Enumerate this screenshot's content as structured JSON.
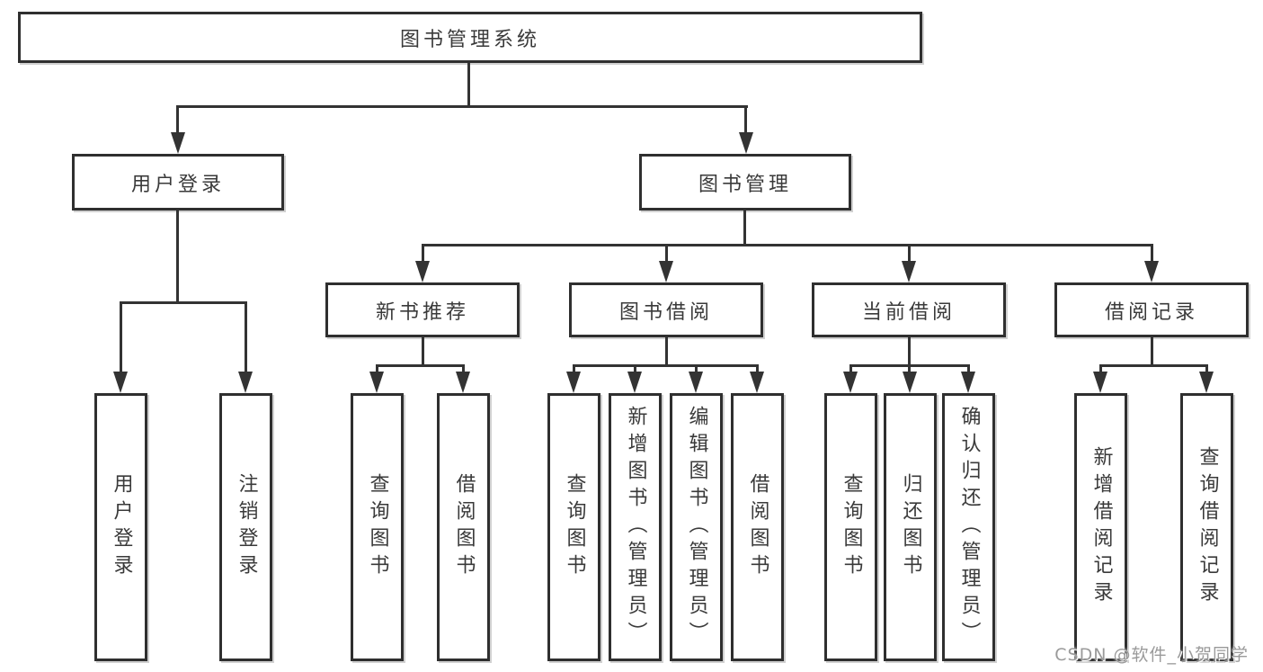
{
  "diagram": {
    "title": "图书管理系统",
    "colors": {
      "line": "#333333",
      "box_border": "#2f2f2f",
      "text": "#3a3a3a",
      "background": "#ffffff",
      "watermark": "#9a9a9a"
    },
    "level2": [
      {
        "label": "用户登录"
      },
      {
        "label": "图书管理"
      }
    ],
    "level3": [
      {
        "label": "新书推荐",
        "parent": "图书管理"
      },
      {
        "label": "图书借阅",
        "parent": "图书管理"
      },
      {
        "label": "当前借阅",
        "parent": "图书管理"
      },
      {
        "label": "借阅记录",
        "parent": "图书管理"
      }
    ],
    "leaves": [
      {
        "label": "用户登录",
        "parent": "用户登录"
      },
      {
        "label": "注销登录",
        "parent": "用户登录"
      },
      {
        "label": "查询图书",
        "parent": "新书推荐"
      },
      {
        "label": "借阅图书",
        "parent": "新书推荐"
      },
      {
        "label": "查询图书",
        "parent": "图书借阅"
      },
      {
        "label": "新增图书（管理员）",
        "parent": "图书借阅"
      },
      {
        "label": "编辑图书（管理员）",
        "parent": "图书借阅"
      },
      {
        "label": "借阅图书",
        "parent": "图书借阅"
      },
      {
        "label": "查询图书",
        "parent": "当前借阅"
      },
      {
        "label": "归还图书",
        "parent": "当前借阅"
      },
      {
        "label": "确认归还（管理员）",
        "parent": "当前借阅"
      },
      {
        "label": "新增借阅记录",
        "parent": "借阅记录"
      },
      {
        "label": "查询借阅记录",
        "parent": "借阅记录"
      }
    ],
    "watermark": "CSDN @软件_小贺同学"
  }
}
